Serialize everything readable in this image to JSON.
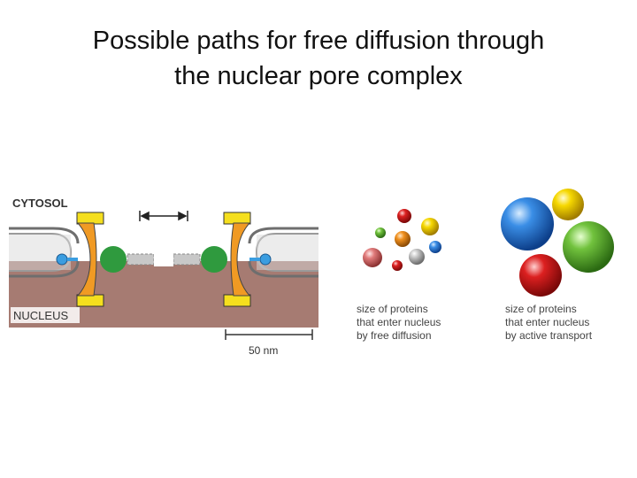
{
  "title": {
    "line1": "Possible paths for free diffusion through",
    "line2": "the nuclear pore complex"
  },
  "diagram": {
    "cytosol_label": "CYTOSOL",
    "nucleus_label": "NUCLEUS",
    "scale_label": "50 nm",
    "free_diffusion_caption": [
      "size of proteins",
      "that enter nucleus",
      "by free diffusion"
    ],
    "active_transport_caption": [
      "size of proteins",
      "that enter nucleus",
      "by active transport"
    ]
  },
  "colors": {
    "nucleoplasm": "#a67b72",
    "envelope": "#7a7a7a",
    "pore_orange": "#f09a24",
    "pore_yellow": "#f5df1e",
    "pore_green": "#2f9a3e",
    "blue_knob": "#3a9de0",
    "small_red": "#d8202a",
    "small_green": "#2e9a34",
    "small_orange": "#f0901e",
    "small_yellow": "#f3cf22",
    "small_blue": "#3a9de0",
    "small_pink": "#e07a7a",
    "small_gray": "#b8b8b8",
    "big_blue": "#2a7fd8",
    "big_yellow": "#f2d100",
    "big_green": "#6cbf3a",
    "big_red": "#d81e1e"
  }
}
